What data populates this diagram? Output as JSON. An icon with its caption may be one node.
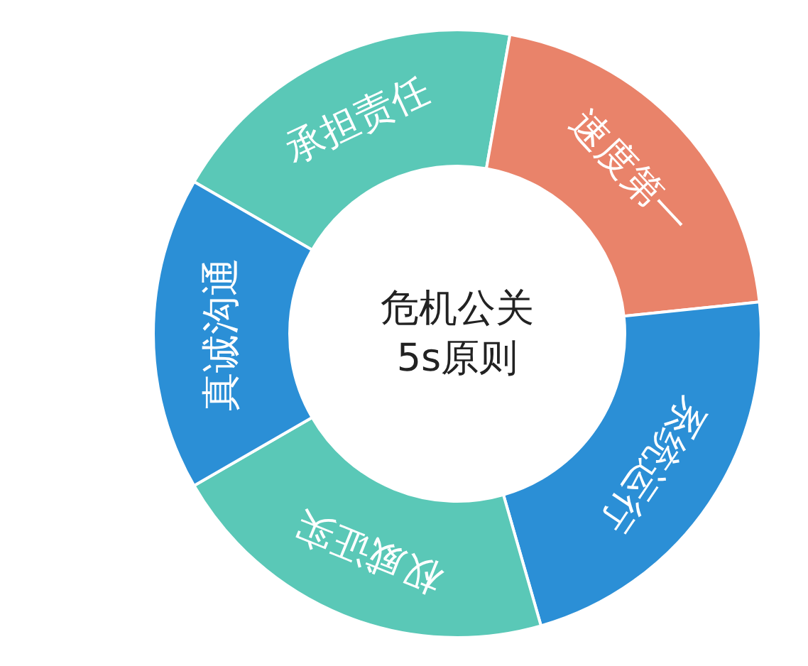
{
  "diagram": {
    "nodes": [
      {
        "text": [
          "危机公关5s原则"
        ]
      },
      {
        "text": [
          "承担责任"
        ]
      },
      {
        "text": [
          "速度第一"
        ]
      },
      {
        "text": [
          "系统运行"
        ]
      },
      {
        "text": [
          "权威证实"
        ]
      },
      {
        "text": [
          "真诚沟通"
        ]
      }
    ]
  }
}
